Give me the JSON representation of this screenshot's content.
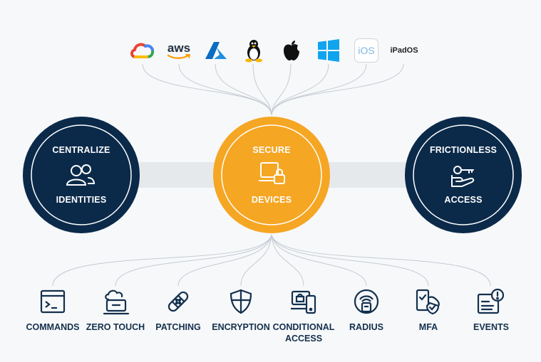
{
  "platforms": [
    {
      "name": "google-cloud-icon"
    },
    {
      "name": "aws-icon",
      "text": "aws"
    },
    {
      "name": "azure-icon"
    },
    {
      "name": "linux-icon"
    },
    {
      "name": "apple-icon"
    },
    {
      "name": "windows-icon"
    },
    {
      "name": "ios-icon",
      "text": "iOS"
    },
    {
      "name": "ipados-icon",
      "text": "iPadOS"
    }
  ],
  "circles": {
    "left": {
      "top": "CENTRALIZE",
      "bottom": "IDENTITIES",
      "icon": "users-icon"
    },
    "center": {
      "top": "SECURE",
      "bottom": "DEVICES",
      "icon": "secure-device-icon"
    },
    "right": {
      "top": "FRICTIONLESS",
      "bottom": "ACCESS",
      "icon": "key-hand-icon"
    }
  },
  "features": [
    {
      "label": "COMMANDS",
      "icon": "terminal-icon"
    },
    {
      "label": "ZERO TOUCH",
      "icon": "cloud-laptop-icon"
    },
    {
      "label": "PATCHING",
      "icon": "bandage-icon"
    },
    {
      "label": "ENCRYPTION",
      "icon": "shield-icon"
    },
    {
      "label": "CONDITIONAL\nACCESS",
      "icon": "devices-icon"
    },
    {
      "label": "RADIUS",
      "icon": "wifi-badge-icon"
    },
    {
      "label": "MFA",
      "icon": "mfa-icon"
    },
    {
      "label": "EVENTS",
      "icon": "alert-doc-icon"
    }
  ],
  "colors": {
    "navy": "#0b2a4a",
    "orange": "#f5a623",
    "line": "#c4cbd3",
    "band": "#e6e9ec"
  }
}
